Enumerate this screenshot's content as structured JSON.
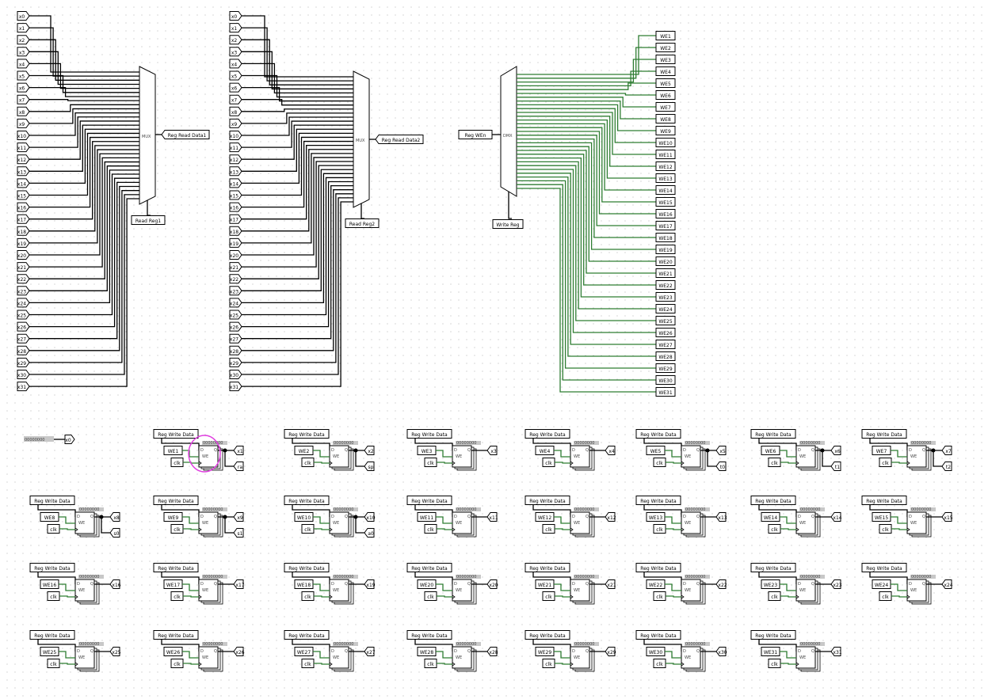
{
  "colors": {
    "wire": "#000000",
    "demux_wire": "#2e7d32",
    "highlight_circle": "#e040e0",
    "value_bar": "#c8c8c8"
  },
  "mux1": {
    "label": "MUX",
    "output": "Reg Read Data1",
    "select": "Read Reg1",
    "inputs": [
      "x0",
      "x1",
      "x2",
      "x3",
      "x4",
      "x5",
      "x6",
      "x7",
      "x8",
      "x9",
      "x10",
      "x11",
      "x12",
      "x13",
      "x14",
      "x15",
      "x16",
      "x17",
      "x18",
      "x19",
      "x20",
      "x21",
      "x22",
      "x23",
      "x24",
      "x25",
      "x26",
      "x27",
      "x28",
      "x29",
      "x30",
      "x31"
    ]
  },
  "mux2": {
    "label": "MUX",
    "output": "Reg Read Data2",
    "select": "Read Reg2",
    "inputs": [
      "x0",
      "x1",
      "x2",
      "x3",
      "x4",
      "x5",
      "x6",
      "x7",
      "x8",
      "x9",
      "x10",
      "x11",
      "x12",
      "x13",
      "x14",
      "x15",
      "x16",
      "x17",
      "x18",
      "x19",
      "x20",
      "x21",
      "x22",
      "x23",
      "x24",
      "x25",
      "x26",
      "x27",
      "x28",
      "x29",
      "x30",
      "x31"
    ]
  },
  "demux": {
    "label": "DMX",
    "input": "Reg WEn",
    "select": "Write Reg",
    "outputs": [
      "WE1",
      "WE2",
      "WE3",
      "WE4",
      "WE5",
      "WE6",
      "WE7",
      "WE8",
      "WE9",
      "WE10",
      "WE11",
      "WE12",
      "WE13",
      "WE14",
      "WE15",
      "WE16",
      "WE17",
      "WE18",
      "WE19",
      "WE20",
      "WE21",
      "WE22",
      "WE23",
      "WE24",
      "WE25",
      "WE26",
      "WE27",
      "WE28",
      "WE29",
      "WE30",
      "WE31"
    ]
  },
  "x0_const": {
    "value": "00000000",
    "label": "x0"
  },
  "registers": {
    "data_label": "Reg Write Data",
    "clk_label": "clk",
    "value": "00000000",
    "pins": {
      "d": "D",
      "q": "Q",
      "we": "WE"
    },
    "items": [
      {
        "we": "WE1",
        "out": "x1",
        "alias": "ra"
      },
      {
        "we": "WE2",
        "out": "x2",
        "alias": "sp"
      },
      {
        "we": "WE3",
        "out": "x3",
        "alias": ""
      },
      {
        "we": "WE4",
        "out": "x4",
        "alias": ""
      },
      {
        "we": "WE5",
        "out": "x5",
        "alias": "t0"
      },
      {
        "we": "WE6",
        "out": "x6",
        "alias": "t1"
      },
      {
        "we": "WE7",
        "out": "x7",
        "alias": "t2"
      },
      {
        "we": "WE8",
        "out": "x8",
        "alias": "s0"
      },
      {
        "we": "WE9",
        "out": "x9",
        "alias": "s1"
      },
      {
        "we": "WE10",
        "out": "x10",
        "alias": "a0"
      },
      {
        "we": "WE11",
        "out": "x11",
        "alias": ""
      },
      {
        "we": "WE12",
        "out": "x12",
        "alias": ""
      },
      {
        "we": "WE13",
        "out": "x13",
        "alias": ""
      },
      {
        "we": "WE14",
        "out": "x14",
        "alias": ""
      },
      {
        "we": "WE15",
        "out": "x15",
        "alias": ""
      },
      {
        "we": "WE16",
        "out": "x16",
        "alias": ""
      },
      {
        "we": "WE17",
        "out": "x17",
        "alias": ""
      },
      {
        "we": "WE18",
        "out": "x19",
        "alias": ""
      },
      {
        "we": "WE20",
        "out": "x20",
        "alias": ""
      },
      {
        "we": "WE21",
        "out": "x21",
        "alias": ""
      },
      {
        "we": "WE22",
        "out": "x22",
        "alias": ""
      },
      {
        "we": "WE23",
        "out": "x23",
        "alias": ""
      },
      {
        "we": "WE24",
        "out": "x24",
        "alias": ""
      },
      {
        "we": "WE25",
        "out": "x25",
        "alias": ""
      },
      {
        "we": "WE26",
        "out": "x26",
        "alias": ""
      },
      {
        "we": "WE27",
        "out": "x27",
        "alias": ""
      },
      {
        "we": "WE28",
        "out": "x28",
        "alias": ""
      },
      {
        "we": "WE29",
        "out": "x29",
        "alias": ""
      },
      {
        "we": "WE30",
        "out": "x30",
        "alias": ""
      },
      {
        "we": "WE31",
        "out": "x31",
        "alias": ""
      }
    ]
  }
}
